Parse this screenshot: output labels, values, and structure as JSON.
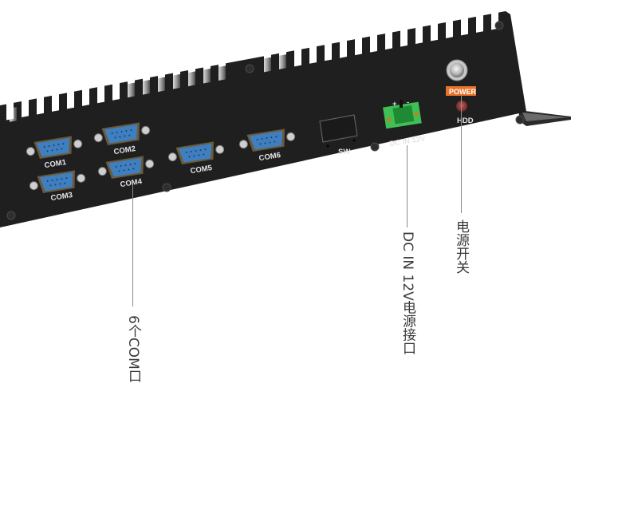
{
  "product": {
    "panel_color": "#1f1f1f",
    "ports": [
      {
        "id": "com1",
        "label": "COM1"
      },
      {
        "id": "com2",
        "label": "COM2"
      },
      {
        "id": "com3",
        "label": "COM3"
      },
      {
        "id": "com4",
        "label": "COM4"
      },
      {
        "id": "com5",
        "label": "COM5"
      },
      {
        "id": "com6",
        "label": "COM6"
      }
    ],
    "switch_label": "SW",
    "dc_terminal": {
      "plus": "+",
      "minus": "-",
      "label": "DC  IN  12V",
      "color": "#3fbf55"
    },
    "power_badge": {
      "label": "POWER",
      "color": "#e8732a"
    },
    "hdd_label": "HDD"
  },
  "callouts": {
    "com": "6个COM口",
    "dc": "DC IN 12V电源接口",
    "power": "电源开关"
  }
}
